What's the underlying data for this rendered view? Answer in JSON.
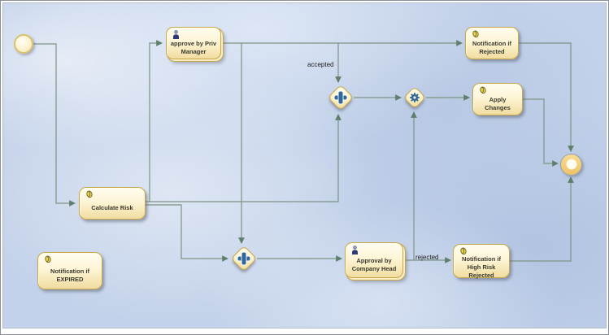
{
  "diagram": {
    "type": "bpmn-workflow",
    "events": [
      {
        "id": "start",
        "kind": "start-event"
      },
      {
        "id": "end",
        "kind": "end-event"
      }
    ],
    "tasks": [
      {
        "id": "approve-priv-manager",
        "label": "approve by Priv Manager",
        "icon": "user-icon"
      },
      {
        "id": "notification-rejected",
        "label": "Notification if Rejected",
        "icon": "script-icon"
      },
      {
        "id": "apply-changes",
        "label": "Apply Changes",
        "icon": "script-icon"
      },
      {
        "id": "calculate-risk",
        "label": "Calculate Risk",
        "icon": "script-icon"
      },
      {
        "id": "notification-expired",
        "label": "Notification if EXPIRED",
        "icon": "script-icon"
      },
      {
        "id": "approval-company-head",
        "label": "Approval by Company Head",
        "icon": "user-icon"
      },
      {
        "id": "notification-high-risk",
        "label": "Notification if High Risk Rejected",
        "icon": "script-icon"
      }
    ],
    "gateways": [
      {
        "id": "gateway-parallel-top",
        "kind": "parallel-plus"
      },
      {
        "id": "gateway-gear",
        "kind": "gear"
      },
      {
        "id": "gateway-parallel-bottom",
        "kind": "parallel-plus"
      }
    ],
    "edge_labels": {
      "accepted": "accepted",
      "rejected": "rejected"
    },
    "colors": {
      "canvas_blue": "#c3d2ea",
      "node_fill_light": "#fffdf0",
      "node_fill_dark": "#f1dda0",
      "node_border": "#c9a84c",
      "connector": "#7d9484",
      "gateway_symbol_blue": "#31679b",
      "end_event_ring": "#eec266"
    }
  }
}
